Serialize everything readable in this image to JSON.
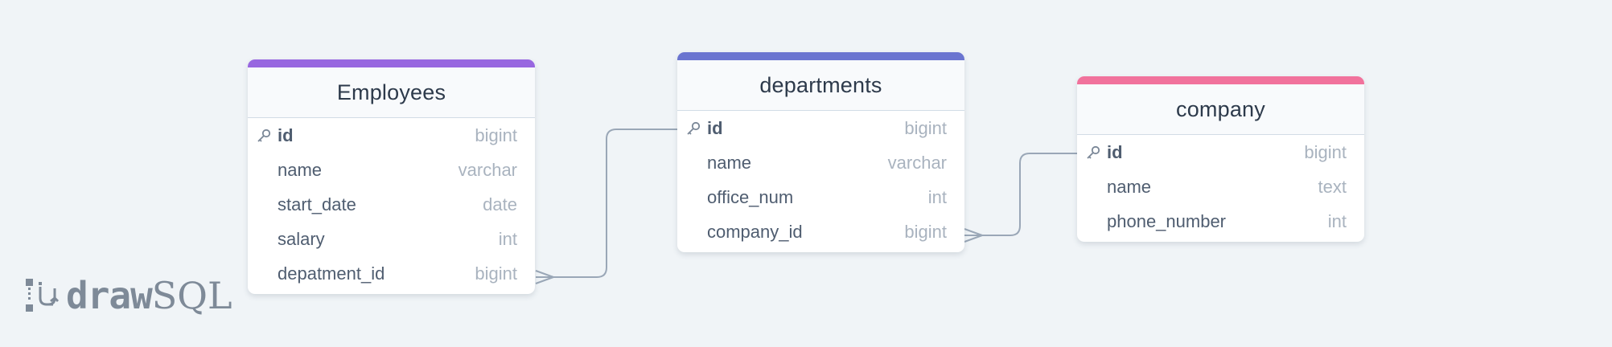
{
  "colors": {
    "background": "#f0f4f7",
    "edge": "#9aa7b7",
    "employees_accent": "#9867e0",
    "departments_accent": "#6a74d0",
    "company_accent": "#f1729c"
  },
  "tables": {
    "employees": {
      "title": "Employees",
      "columns": [
        {
          "name": "id",
          "type": "bigint",
          "pk": true
        },
        {
          "name": "name",
          "type": "varchar"
        },
        {
          "name": "start_date",
          "type": "date"
        },
        {
          "name": "salary",
          "type": "int"
        },
        {
          "name": "depatment_id",
          "type": "bigint"
        }
      ]
    },
    "departments": {
      "title": "departments",
      "columns": [
        {
          "name": "id",
          "type": "bigint",
          "pk": true
        },
        {
          "name": "name",
          "type": "varchar"
        },
        {
          "name": "office_num",
          "type": "int"
        },
        {
          "name": "company_id",
          "type": "bigint"
        }
      ]
    },
    "company": {
      "title": "company",
      "columns": [
        {
          "name": "id",
          "type": "bigint",
          "pk": true
        },
        {
          "name": "name",
          "type": "text"
        },
        {
          "name": "phone_number",
          "type": "int"
        }
      ]
    }
  },
  "relations": [
    {
      "from": "employees.depatment_id",
      "to": "departments.id",
      "cardinality": "many-to-one"
    },
    {
      "from": "departments.company_id",
      "to": "company.id",
      "cardinality": "many-to-one"
    }
  ],
  "logo": {
    "part1": "draw",
    "part2": "SQL"
  }
}
